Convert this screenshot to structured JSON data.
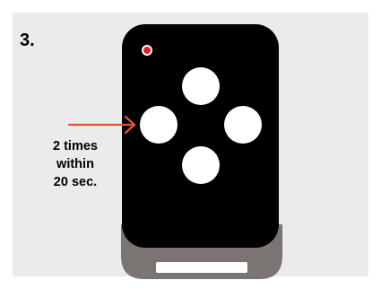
{
  "step": {
    "number": "3."
  },
  "instruction": {
    "lines": [
      "2 times",
      "within",
      "20 sec."
    ]
  },
  "remote": {
    "body_color": "#000000",
    "base_color": "#7a7573",
    "slot_color": "#ffffff",
    "button_color": "#ffffff",
    "led_color": "#e31e24",
    "button_count": 4,
    "highlighted_button": "left-button"
  },
  "arrow": {
    "color": "#e4572e",
    "icon": "arrow-right-icon"
  },
  "panel_color": "#ebebeb"
}
